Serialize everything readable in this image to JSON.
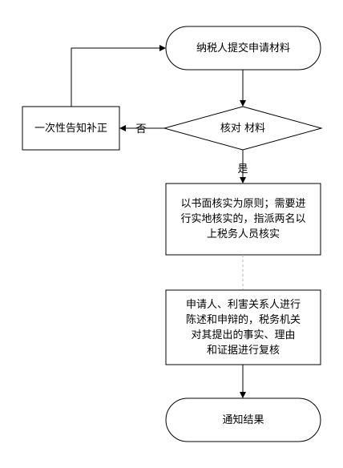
{
  "nodes": {
    "start": {
      "text": "纳税人提交申请材料"
    },
    "check": {
      "text": "核对 材料"
    },
    "notify_once": {
      "text": "一次性告知补正"
    },
    "verify": {
      "text": "以书面核实为原则；需要进\n行实地核实的，指派两名以\n上税务人员核实"
    },
    "statement": {
      "text": "申请人、利害关系人进行\n陈述和申辩的，税务机关\n对其提出的事实、理由\n和证据进行复核"
    },
    "end": {
      "text": "通知结果"
    }
  },
  "edges": {
    "no_label": "否",
    "yes_label": "是"
  },
  "colors": {
    "stroke": "#000000",
    "fill": "#ffffff",
    "dashed": "#b0b0b0"
  }
}
